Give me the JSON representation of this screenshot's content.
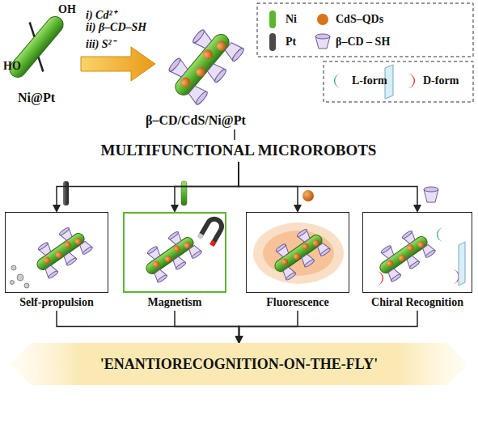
{
  "diagram": {
    "nodes": [
      {
        "text": [
          "MULTIFUNCTIONAL MICROROBOTS"
        ]
      },
      {
        "text": [
          "Self-propulsion"
        ]
      },
      {
        "text": [
          "Magnetism"
        ]
      },
      {
        "text": [
          "Fluorescence"
        ]
      },
      {
        "text": [
          "Chiral Recognition"
        ]
      },
      {
        "text": [
          "'ENANTIORECOGNITION-ON-THE-FLY'"
        ]
      }
    ],
    "edges": [
      {
        "from": 0,
        "to": 1,
        "arrow": "to"
      },
      {
        "from": 0,
        "to": 2,
        "arrow": "to"
      },
      {
        "from": 0,
        "to": 3,
        "arrow": "to"
      },
      {
        "from": 0,
        "to": 4,
        "arrow": "to"
      },
      {
        "from": 1,
        "to": 5,
        "arrow": "to"
      },
      {
        "from": 2,
        "to": 5,
        "arrow": "to"
      },
      {
        "from": 3,
        "to": 5,
        "arrow": "to"
      },
      {
        "from": 4,
        "to": 5,
        "arrow": "to"
      }
    ],
    "labels": [
      "OH",
      "HO",
      "i) Cd²⁺",
      "ii) β–CD–SH",
      "iii) S²⁻",
      "Ni@Pt",
      "β–CD/CdS/Ni@Pt"
    ],
    "legend": [
      {
        "text": "Ni",
        "color": "#5cb531"
      },
      {
        "text": "Pt",
        "color": "#4a4a4a"
      },
      {
        "text": "CdS–QDs",
        "color": "#d9731c"
      },
      {
        "text": "β–CD – SH"
      },
      {
        "text": "L-form",
        "color": "#2eaa55"
      },
      {
        "text": "D-form",
        "color": "#e0201a"
      }
    ]
  }
}
